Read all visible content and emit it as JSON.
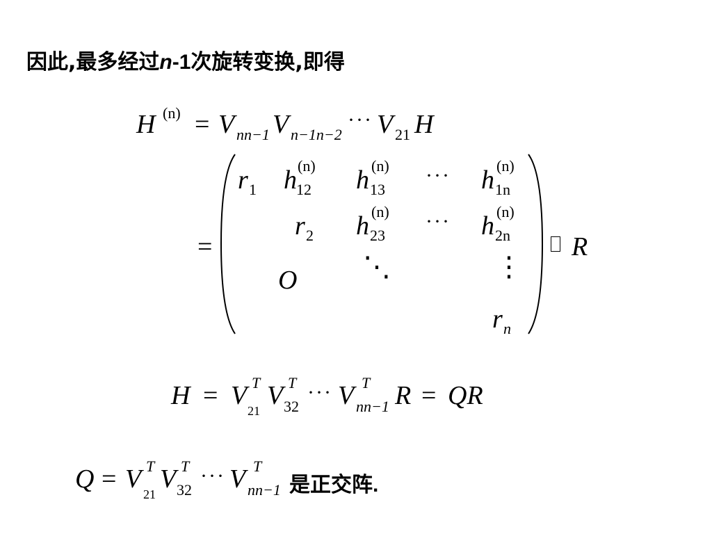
{
  "header": {
    "prefix": "因此,最多经过",
    "n": "n",
    "minus_one": "-1",
    "suffix": "次旋转变换,即得"
  },
  "eq1": {
    "H": "H",
    "H_sup": "(n)",
    "equals": "=",
    "V": "V",
    "sub_a": "nn−1",
    "sub_b": "n−1n−2",
    "cdots": "···",
    "sub_c": "21",
    "H2": "H"
  },
  "matrix": {
    "equals": "=",
    "r": "r",
    "h": "h",
    "sup": "(n)",
    "sub_r1": "1",
    "sub_r2": "2",
    "sub_rn": "n",
    "sub_h12": "12",
    "sub_h13": "13",
    "sub_h1n": "1n",
    "sub_h23": "23",
    "sub_h2n": "2n",
    "O": "O",
    "cdots": "···",
    "ddots": "⋱",
    "vdots": "⋮",
    "placeholder_box": "",
    "R": "R"
  },
  "eq2": {
    "H": "H",
    "equals": "=",
    "V": "V",
    "T": "T",
    "sub_21": "21",
    "sub_32": "32",
    "cdots": "···",
    "sub_nn1": "nn−1",
    "R": "R",
    "equals2": "=",
    "QR": "QR"
  },
  "eq3": {
    "Q": "Q",
    "equals": "=",
    "V": "V",
    "T": "T",
    "sub_21": "21",
    "sub_32": "32",
    "cdots": "···",
    "sub_nn1": "nn−1",
    "tail": "是正交阵",
    "period": "."
  }
}
